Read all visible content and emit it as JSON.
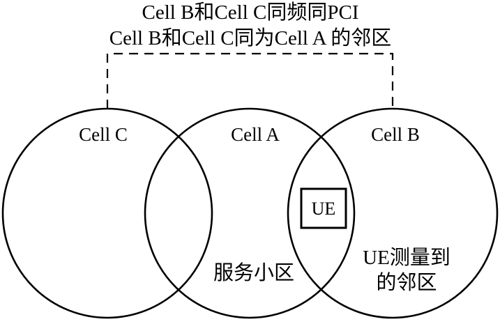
{
  "caption": {
    "line1": "Cell B和Cell C同频同PCI",
    "line2": "Cell B和Cell C同为Cell A 的邻区"
  },
  "cells": {
    "cell_c": {
      "label": "Cell C"
    },
    "cell_a": {
      "label": "Cell A",
      "note": "服务小区"
    },
    "cell_b": {
      "label": "Cell B",
      "note_line1": "UE测量到",
      "note_line2": "的邻区"
    }
  },
  "ue": {
    "label": "UE"
  },
  "colors": {
    "stroke": "#000000",
    "background": "#ffffff"
  }
}
